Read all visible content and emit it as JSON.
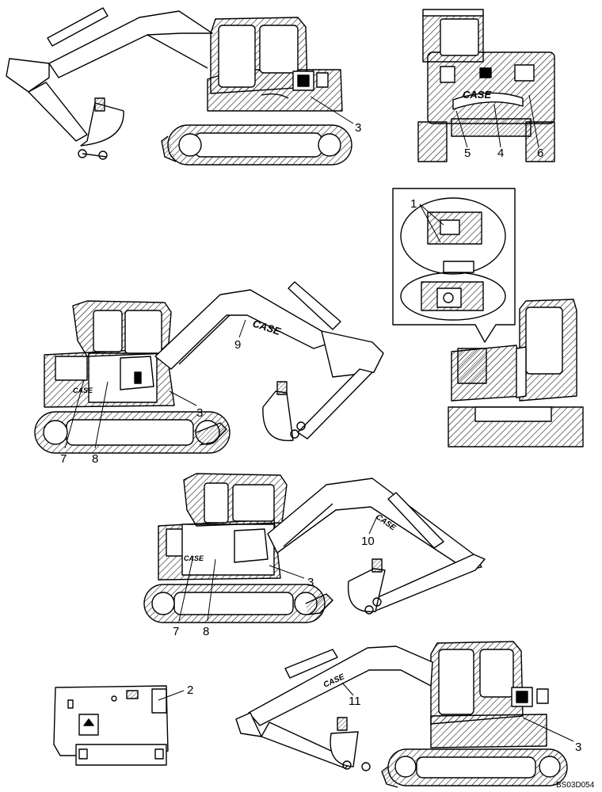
{
  "callouts": [
    "1",
    "2",
    "3",
    "3",
    "3",
    "3",
    "4",
    "5",
    "6",
    "7",
    "8",
    "7",
    "8",
    "9",
    "10",
    "11"
  ],
  "brand_text": "CASE",
  "reference_code": "BS03D054",
  "colors": {
    "line": "#000000",
    "hatch": "#000000",
    "background": "#ffffff"
  }
}
